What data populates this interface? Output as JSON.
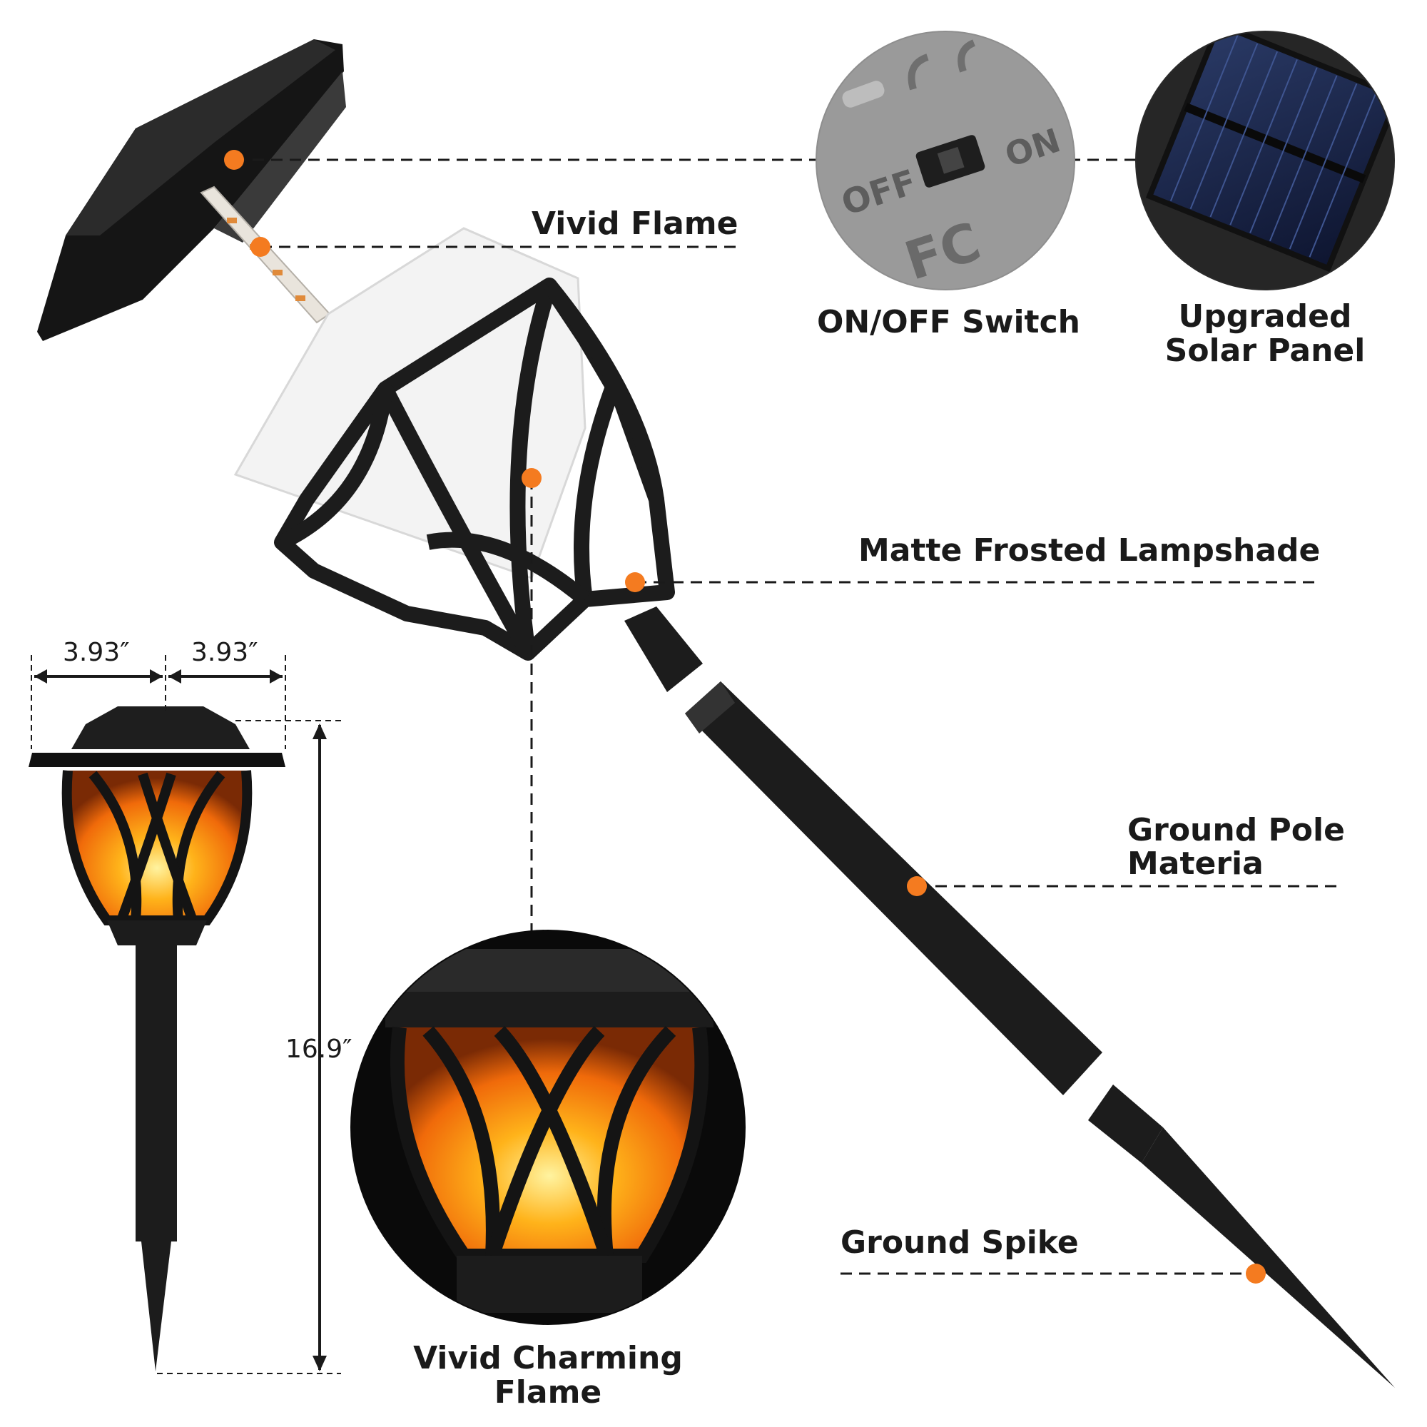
{
  "labels": {
    "vivid_flame": "Vivid Flame",
    "on_off_switch": "ON/OFF Switch",
    "solar_panel_line1": "Upgraded",
    "solar_panel_line2": "Solar Panel",
    "lampshade": "Matte Frosted Lampshade",
    "pole_line1": "Ground Pole",
    "pole_line2": "Materia",
    "spike": "Ground Spike",
    "charming_line1": "Vivid Charming",
    "charming_line2": "Flame"
  },
  "switch_text": {
    "off": "OFF",
    "on": "ON",
    "fc": "FC"
  },
  "dimensions": {
    "width_left": "3.93″",
    "width_right": "3.93″",
    "height": "16.9″"
  },
  "colors": {
    "accent_dot": "#f47b20",
    "lamp_body": "#1c1c1c",
    "flame": "#ff9a1a"
  },
  "icons": [
    "solar-panel-icon",
    "switch-icon",
    "flame-icon"
  ]
}
